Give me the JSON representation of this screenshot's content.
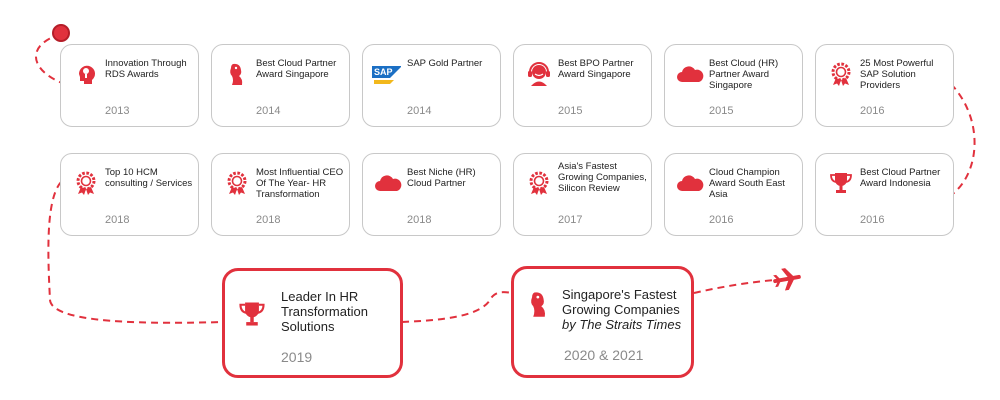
{
  "colors": {
    "accent": "#e1313d",
    "card_border": "#c8c8c8",
    "year_text": "#8a8a8a"
  },
  "awards": [
    {
      "title": "Innovation Through RDS Awards",
      "year": "2013",
      "icon": "lightbulb-head-icon"
    },
    {
      "title": "Best Cloud Partner Award Singapore",
      "year": "2014",
      "icon": "merlion-icon"
    },
    {
      "title": "SAP Gold Partner",
      "year": "2014",
      "icon": "sap-logo-icon"
    },
    {
      "title": "Best BPO Partner Award Singapore",
      "year": "2015",
      "icon": "headset-agent-icon"
    },
    {
      "title": "Best Cloud (HR) Partner Award Singapore",
      "year": "2015",
      "icon": "cloud-icon"
    },
    {
      "title": "25 Most Powerful SAP Solution Providers",
      "year": "2016",
      "icon": "award-badge-icon"
    },
    {
      "title": "Top 10 HCM consulting / Services",
      "year": "2018",
      "icon": "award-badge-icon"
    },
    {
      "title": "Most Influential CEO Of The Year- HR Transformation",
      "year": "2018",
      "icon": "award-badge-icon"
    },
    {
      "title": "Best Niche (HR) Cloud Partner",
      "year": "2018",
      "icon": "cloud-icon"
    },
    {
      "title": "Asia's Fastest Growing Companies, Silicon Review",
      "year": "2017",
      "icon": "award-badge-icon"
    },
    {
      "title": "Cloud Champion Award South East Asia",
      "year": "2016",
      "icon": "cloud-icon"
    },
    {
      "title": "Best Cloud Partner Award Indonesia",
      "year": "2016",
      "icon": "trophy-icon"
    }
  ],
  "highlights": [
    {
      "title": "Leader In HR Transformation Solutions",
      "year": "2019",
      "icon": "trophy-icon"
    },
    {
      "title": "Singapore's Fastest Growing Companies",
      "title_suffix": "by The Straits Times",
      "year": "2020 & 2021",
      "icon": "merlion-icon"
    }
  ],
  "sap_logo_text": "SAP"
}
